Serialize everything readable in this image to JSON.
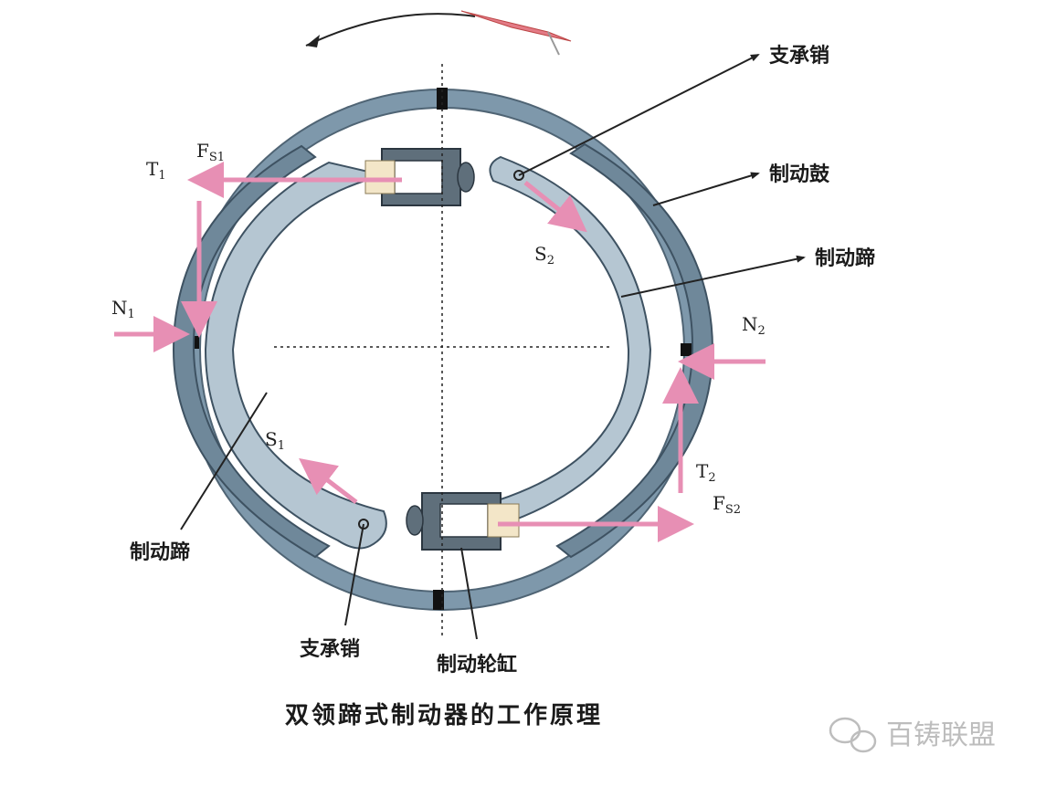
{
  "labels": {
    "pin_top": "支承销",
    "drum": "制动鼓",
    "shoe_right": "制动蹄",
    "shoe_left": "制动蹄",
    "pin_bottom": "支承销",
    "cylinder": "制动轮缸"
  },
  "forces": {
    "t1": {
      "main": "T",
      "sub": "1"
    },
    "fs1": {
      "main": "F",
      "sub": "S1"
    },
    "n1": {
      "main": "N",
      "sub": "1"
    },
    "s1": {
      "main": "S",
      "sub": "1"
    },
    "s2": {
      "main": "S",
      "sub": "2"
    },
    "n2": {
      "main": "N",
      "sub": "2"
    },
    "t2": {
      "main": "T",
      "sub": "2"
    },
    "fs2": {
      "main": "F",
      "sub": "S2"
    }
  },
  "caption": "双领蹄式制动器的工作原理",
  "watermark": "百铸联盟",
  "colors": {
    "drum": "#7e98ab",
    "shoe": "#b5c6d2",
    "lining": "#8ba3b4",
    "cylinder": "#5f6f7b",
    "force": "#e78fb4",
    "rotation": "#e37b86"
  }
}
